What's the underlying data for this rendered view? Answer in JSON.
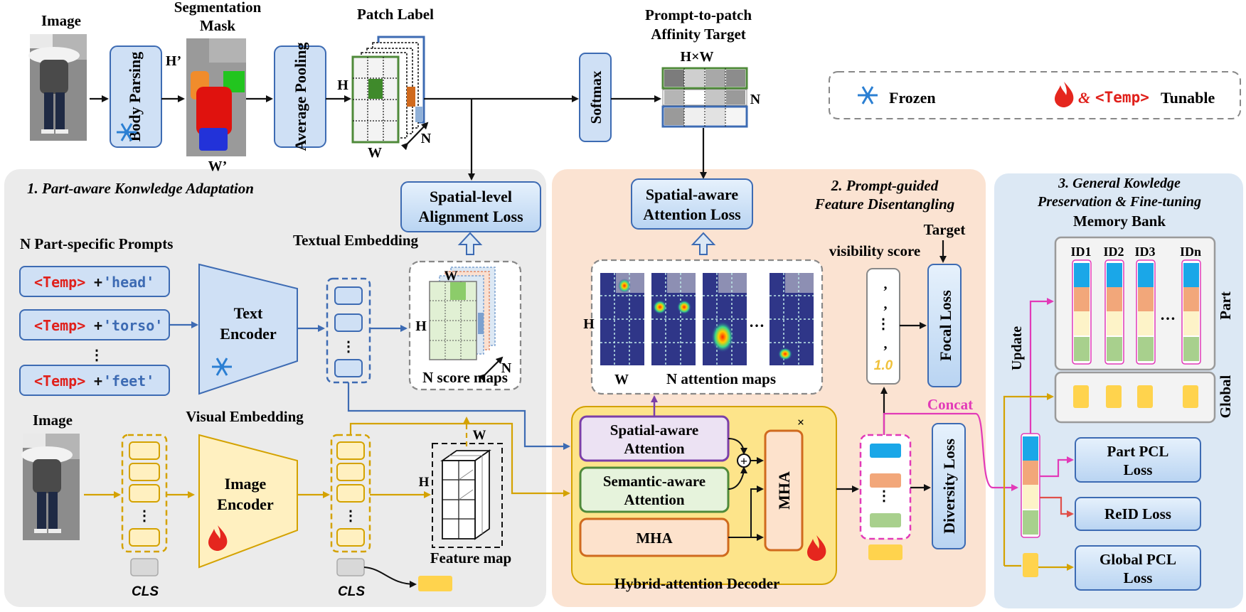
{
  "top": {
    "image_label": "Image",
    "seg_mask_label_line1": "Segmentation",
    "seg_mask_label_line2": "Mask",
    "body_parsing": "Body Parsing",
    "h_prime": "H’",
    "w_prime": "W’",
    "average_pooling": "Average Pooling",
    "patch_label": "Patch Label",
    "h": "H",
    "w": "W",
    "n": "N",
    "softmax": "Softmax",
    "affinity_line1": "Prompt-to-patch",
    "affinity_line2": "Affinity Target",
    "hxw": "H×W"
  },
  "legend": {
    "frozen": "Frozen",
    "amp": "&",
    "temp": "<Temp>",
    "tunable": "Tunable"
  },
  "section1": {
    "title": "1. Part-aware Konwledge Adaptation",
    "prompts_title": "N Part-specific Prompts",
    "prompts": [
      {
        "temp": "<Temp>",
        "plus": "+",
        "word": "'head'"
      },
      {
        "temp": "<Temp>",
        "plus": "+",
        "word": "'torso'"
      },
      {
        "temp": "<Temp>",
        "plus": "+",
        "word": "'feet'"
      }
    ],
    "vdots": "⋮",
    "text_encoder_line1": "Text",
    "text_encoder_line2": "Encoder",
    "textual_embedding": "Textual Embedding",
    "spatial_loss_line1": "Spatial-level",
    "spatial_loss_line2": "Alignment Loss",
    "score_maps": "N score maps",
    "image_label": "Image",
    "visual_embedding": "Visual Embedding",
    "image_encoder_line1": "Image",
    "image_encoder_line2": "Encoder",
    "cls": "CLS",
    "feature_map": "Feature map"
  },
  "section2": {
    "title_line1": "2. Prompt-guided",
    "title_line2": "Feature Disentangling",
    "spatial_att_loss_line1": "Spatial-aware",
    "spatial_att_loss_line2": "Attention Loss",
    "attention_maps": "N attention maps",
    "ellipsis": "…",
    "visibility_score": "visibility score",
    "vis_value": "1.0",
    "comma": ",",
    "target": "Target",
    "focal_loss": "Focal Loss",
    "concat": "Concat",
    "diversity_loss": "Diversity Loss",
    "decoder_title": "Hybrid-attention Decoder",
    "spatial_attention_line1": "Spatial-aware",
    "spatial_attention_line2": "Attention",
    "semantic_attention_line1": "Semantic-aware",
    "semantic_attention_line2": "Attention",
    "mha": "MHA",
    "times": "×",
    "plus_circle": "+"
  },
  "section3": {
    "title_line1": "3. General Kowledge",
    "title_line2": "Preservation & Fine-tuning",
    "memory_bank": "Memory Bank",
    "ids": [
      "ID1",
      "ID2",
      "ID3",
      "IDn"
    ],
    "ellipsis": "…",
    "part": "Part",
    "global": "Global",
    "update": "Update",
    "part_pcl_line1": "Part PCL",
    "part_pcl_line2": "Loss",
    "reid_loss": "ReID Loss",
    "global_pcl_line1": "Global PCL",
    "global_pcl_line2": "Loss"
  },
  "colors": {
    "blue_box": "#cfe0f5",
    "blue_stroke": "#3d6bb3",
    "gold": "#d4a200",
    "panel_gray": "#ebebeb",
    "panel_peach": "#fbe3d2",
    "panel_blue": "#dce8f4",
    "temp_red": "#e0201b",
    "concat_pink": "#e23ab8"
  }
}
